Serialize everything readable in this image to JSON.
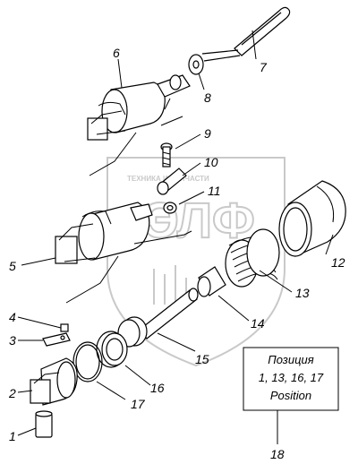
{
  "parts": [
    {
      "id": "1",
      "label": "1"
    },
    {
      "id": "2",
      "label": "2"
    },
    {
      "id": "3",
      "label": "3"
    },
    {
      "id": "4",
      "label": "4"
    },
    {
      "id": "5",
      "label": "5"
    },
    {
      "id": "6",
      "label": "6"
    },
    {
      "id": "7",
      "label": "7"
    },
    {
      "id": "8",
      "label": "8"
    },
    {
      "id": "9",
      "label": "9"
    },
    {
      "id": "10",
      "label": "10"
    },
    {
      "id": "11",
      "label": "11"
    },
    {
      "id": "12",
      "label": "12"
    },
    {
      "id": "13",
      "label": "13"
    },
    {
      "id": "14",
      "label": "14"
    },
    {
      "id": "15",
      "label": "15"
    },
    {
      "id": "16",
      "label": "16"
    },
    {
      "id": "17",
      "label": "17"
    },
    {
      "id": "18",
      "label": "18"
    }
  ],
  "note_box": {
    "line1": "Позиция",
    "line2": "1, 13, 16, 17",
    "line3": "Position"
  },
  "watermark": {
    "line1": "ТЕХНИКА И ЗАПЧАСТИ",
    "line2": "ЭЛФ"
  },
  "colors": {
    "ink": "#000000",
    "watermark": "#c9c9c9",
    "part_fill": "#ffffff",
    "part_shade": "#d0d0d0"
  }
}
